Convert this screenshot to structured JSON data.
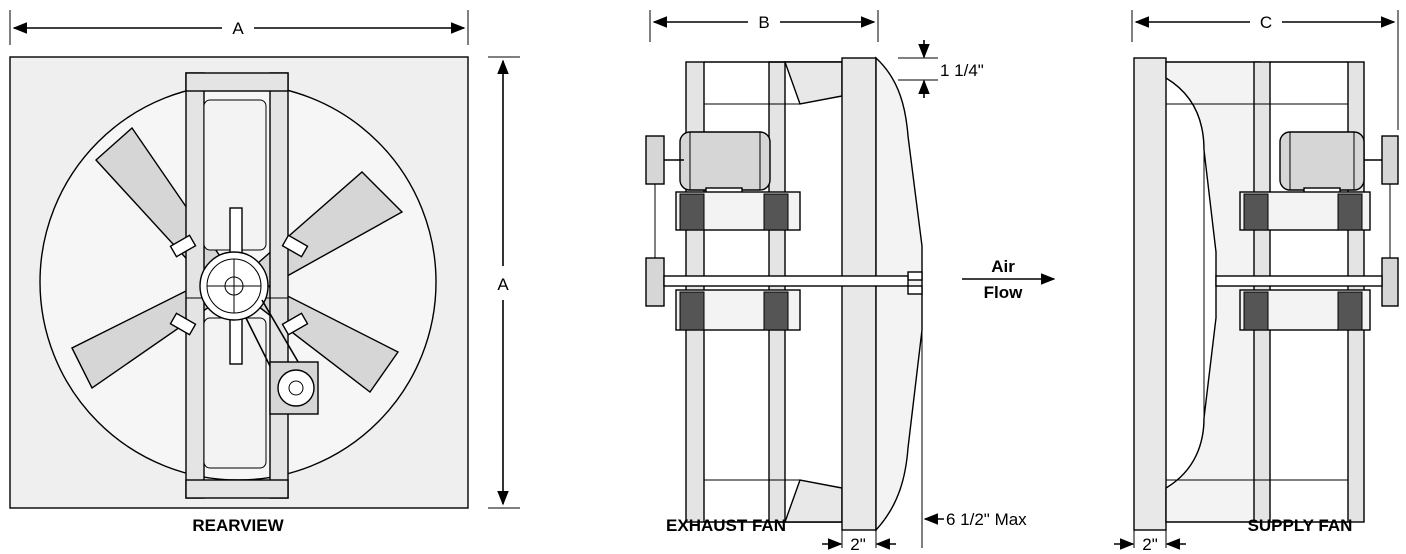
{
  "rear_view": {
    "caption": "REARVIEW",
    "width_label": "A",
    "height_label": "A"
  },
  "exhaust_fan": {
    "caption": "EXHAUST FAN",
    "depth_label": "B",
    "top_offset_label": "1 1/4\"",
    "bottom_offset_label": "2\"",
    "max_label": "6 1/2\" Max"
  },
  "airflow": {
    "line1": "Air",
    "line2": "Flow"
  },
  "supply_fan": {
    "caption": "SUPPLY FAN",
    "depth_label": "C",
    "bottom_offset_label": "2\""
  },
  "colors": {
    "line": "#000000",
    "shade": "#d6d6d6",
    "background": "#ffffff"
  }
}
